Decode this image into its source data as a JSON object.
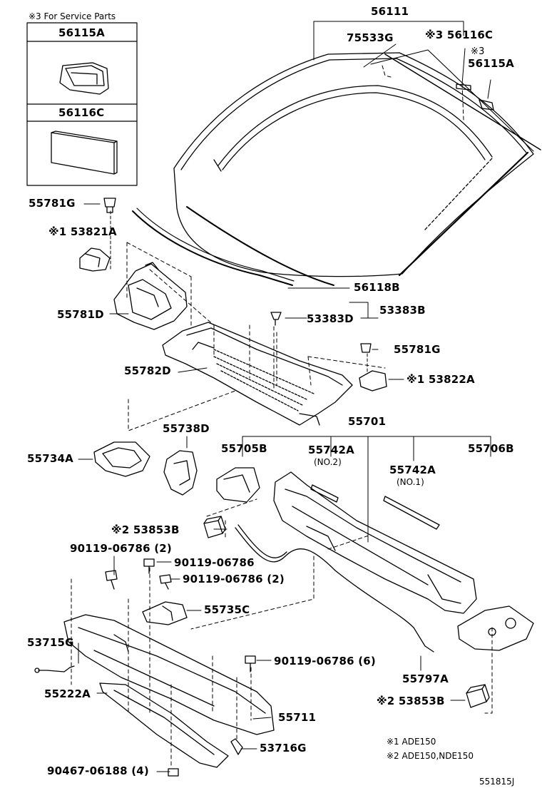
{
  "service_box": {
    "title": "※3 For Service Parts",
    "part_a": "56115A",
    "part_b": "56116C"
  },
  "labels": {
    "p56111": "56111",
    "p75533G": "75533G",
    "p56116C": "※3 56116C",
    "p56115A_mark": "※3",
    "p56115A": "56115A",
    "p55781G_top": "55781G",
    "p53821A": "※1 53821A",
    "p55781D": "55781D",
    "p56118B": "56118B",
    "p53383D": "53383D",
    "p53383B": "53383B",
    "p55781G_right": "55781G",
    "p55782D": "55782D",
    "p53822A": "※1 53822A",
    "p55701": "55701",
    "p55734A": "55734A",
    "p55738D": "55738D",
    "p55705B": "55705B",
    "p55742A_no2": "55742A",
    "p55742A_no2_sub": "(NO.2)",
    "p55742A_no1": "55742A",
    "p55742A_no1_sub": "(NO.1)",
    "p55706B": "55706B",
    "p53853B_left": "※2 53853B",
    "p90119_a": "90119-06786 (2)",
    "p90119_b": "90119-06786",
    "p90119_c": "90119-06786 (2)",
    "p55735C": "55735C",
    "p53715G": "53715G",
    "p90119_d": "90119-06786 (6)",
    "p55797A": "55797A",
    "p55222A": "55222A",
    "p53853B_right": "※2 53853B",
    "p55711": "55711",
    "p53716G": "53716G",
    "p90467": "90467-06188 (4)"
  },
  "notes": {
    "n1": "※1  ADE150",
    "n2": "※2  ADE150,NDE150",
    "ref": "551815J"
  }
}
